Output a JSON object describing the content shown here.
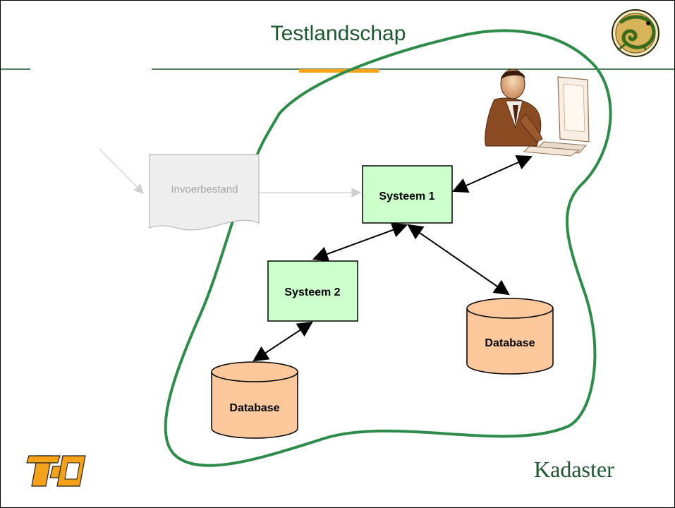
{
  "slide": {
    "title": "Testlandschap",
    "colors": {
      "title": "#1e5631",
      "boundary": "#2e8b4a",
      "system_fill": "#ccffcc",
      "database_fill": "#fcc89c",
      "accent_bar": "#f5a21b",
      "faded": "#a6a6a6"
    }
  },
  "diagram": {
    "input_file": "Invoerbestand",
    "system1": "Systeem 1",
    "system2": "Systeem 2",
    "database_right": "Database",
    "database_left": "Database"
  },
  "logos": {
    "kadaster": "Kadaster",
    "left_logo_icon": "tsg-logo-icon",
    "chameleon_icon": "chameleon-logo-icon",
    "user_icon": "user-at-computer-icon"
  }
}
